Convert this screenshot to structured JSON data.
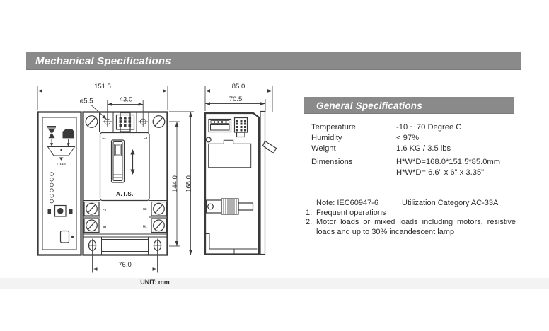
{
  "mechanical_section": {
    "title": "Mechanical Specifications"
  },
  "general_section": {
    "title": "General Specifications",
    "rows": [
      {
        "label": "Temperature",
        "value": "-10 ~ 70 Degree C"
      },
      {
        "label": "Humidity",
        "value": "< 97%"
      },
      {
        "label": "Weight",
        "value": "1.6 KG / 3.5 lbs"
      },
      {
        "label": "Dimensions",
        "value": "H*W*D=168.0*151.5*85.0mm"
      },
      {
        "label": "",
        "value": "H*W*D= 6.6\" x 6\" x 3.35\""
      }
    ],
    "note": {
      "heading": "Note: IEC60947-6",
      "category": "Utilization Category AC-33A",
      "items": [
        {
          "num": "1.",
          "text": "Frequent operations"
        },
        {
          "num": "2.",
          "text": "Motor loads or mixed loads including motors, resistive loads and up to 30% incandescent lamp"
        }
      ]
    }
  },
  "drawing": {
    "unit_label": "UNIT: mm",
    "front_view": {
      "dim_overall_width": "151.5",
      "dim_hole_diameter": "ø5.5",
      "dim_top_hole_spacing": "43.0",
      "dim_mount_height": "144.0",
      "dim_overall_height": "168.0",
      "dim_bottom_hole_spacing": "76.0",
      "device_label": "A.T.S.",
      "load_label": "LOAD",
      "terminal_labels": {
        "top_left": "L1",
        "top_right": "L3",
        "mid_left": "E1",
        "mid_right": "E2",
        "low_left": "B1",
        "low_right": "B2"
      }
    },
    "side_view": {
      "dim_overall_depth": "85.0",
      "dim_body_depth": "70.5"
    }
  },
  "colors": {
    "header_bar": "#8a8a8a",
    "header_text": "#ffffff",
    "line": "#3a3a3a",
    "body_text": "#2d2d2d",
    "page_band": "#f3f3f3"
  }
}
